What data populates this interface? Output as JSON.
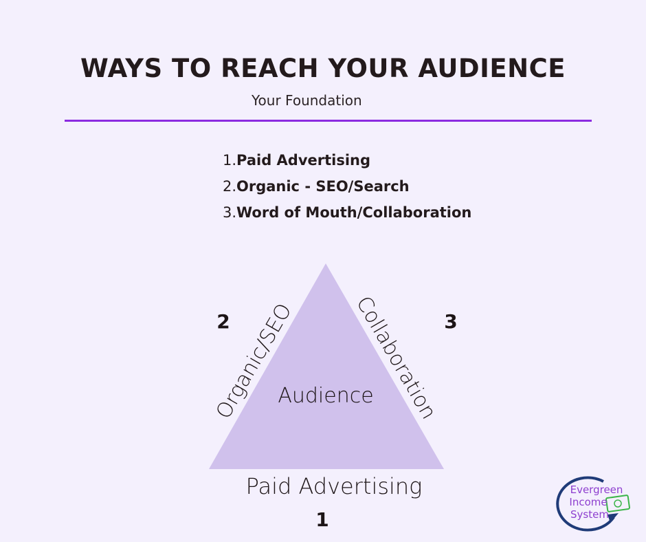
{
  "title": "WAYS TO REACH YOUR AUDIENCE",
  "subtitle": "Your Foundation",
  "list": [
    {
      "num": "1.",
      "label": "Paid Advertising"
    },
    {
      "num": "2.",
      "label": "Organic - SEO/Search"
    },
    {
      "num": "3.",
      "label": "Word of Mouth/Collaboration"
    }
  ],
  "diagram": {
    "center": "Audience",
    "left_side": "Organic/SEO",
    "right_side": "Collaboration",
    "bottom_side": "Paid Advertising",
    "left_number": "2",
    "right_number": "3",
    "bottom_number": "1"
  },
  "logo": {
    "text": [
      "Evergreen",
      "Income",
      "System"
    ],
    "icon": "dollar-bill-icon"
  },
  "colors": {
    "background": "#f4f0fd",
    "accent": "#8b2be0",
    "triangle": "#d0c1ec",
    "logo_text": "#8e3fcf",
    "logo_arrow": "#1f3b78",
    "logo_bill": "#3cb54a"
  }
}
